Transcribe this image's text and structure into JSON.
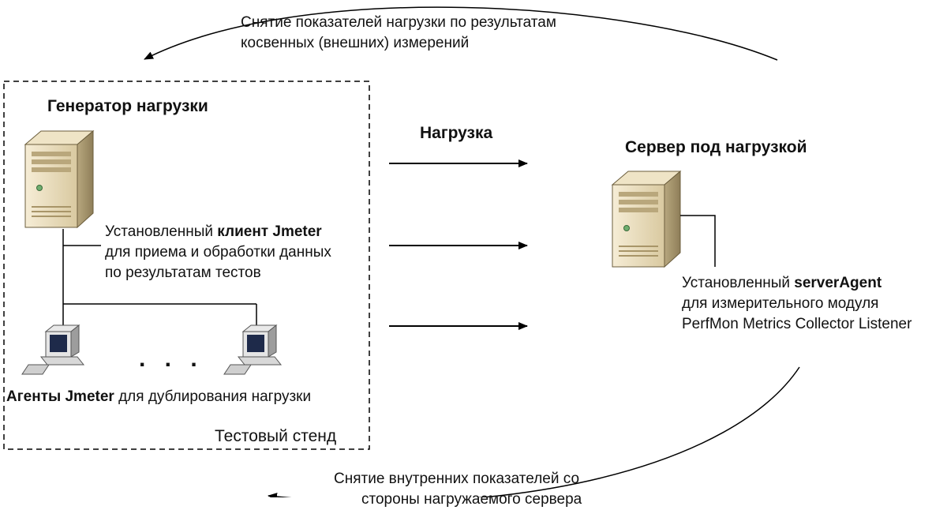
{
  "feedback_top": {
    "line1": "Снятие показателей нагрузки по результатам",
    "line2": "косвенных (внешних) измерений"
  },
  "generator": {
    "title": "Генератор нагрузки",
    "client_prefix": "Установленный ",
    "client_bold": "клиент Jmeter",
    "client_line2": "для приема и обработки данных",
    "client_line3": "по результатам тестов"
  },
  "agents": {
    "bold": "Агенты Jmeter",
    "rest": " для дублирования нагрузки",
    "ellipsis": ". . ."
  },
  "stand_label": "Тестовый стенд",
  "load_label": "Нагрузка",
  "server": {
    "title": "Сервер под нагрузкой",
    "agent_prefix": "Установленный ",
    "agent_bold": "serverAgent",
    "agent_line2": "для измерительного модуля",
    "agent_line3": "PerfMon Metrics Collector Listener"
  },
  "feedback_bottom": {
    "line1": "Снятие внутренних показателей со",
    "line2": "стороны нагружаемого сервера"
  }
}
